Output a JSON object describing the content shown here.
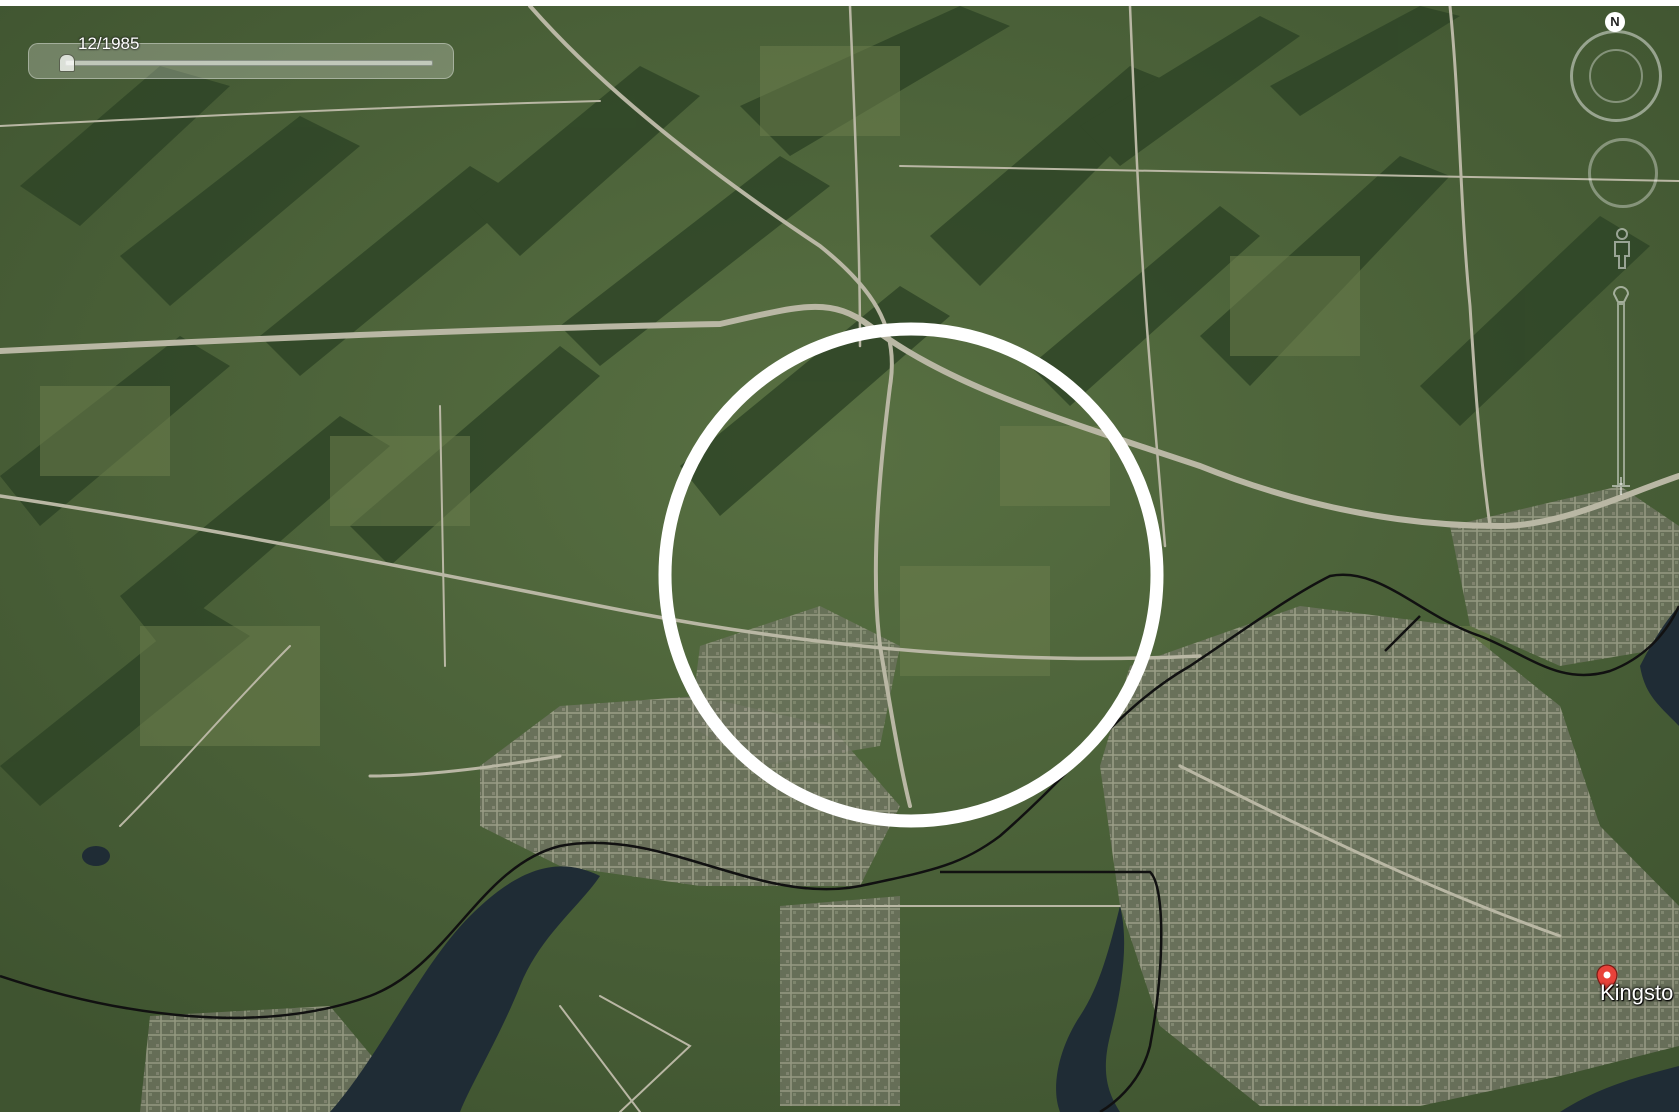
{
  "time_slider": {
    "date_label": "12/1985",
    "position_fraction": 0.0
  },
  "compass": {
    "north_label": "N"
  },
  "place_marker": {
    "label": "Kingsto",
    "pin_color": "#e8423a"
  },
  "highlight": {
    "shape": "circle",
    "color": "#ffffff"
  },
  "icons": {
    "compass": "compass-icon",
    "look": "look-joystick-icon",
    "street_view": "pegman-icon",
    "zoom": "zoom-slider-icon",
    "pin": "map-pin-icon"
  },
  "colors": {
    "vegetation": "#4d6138",
    "forest": "#2f4527",
    "water": "#1f2c35",
    "roads": "#b9b7a4",
    "railway": "#111111"
  }
}
